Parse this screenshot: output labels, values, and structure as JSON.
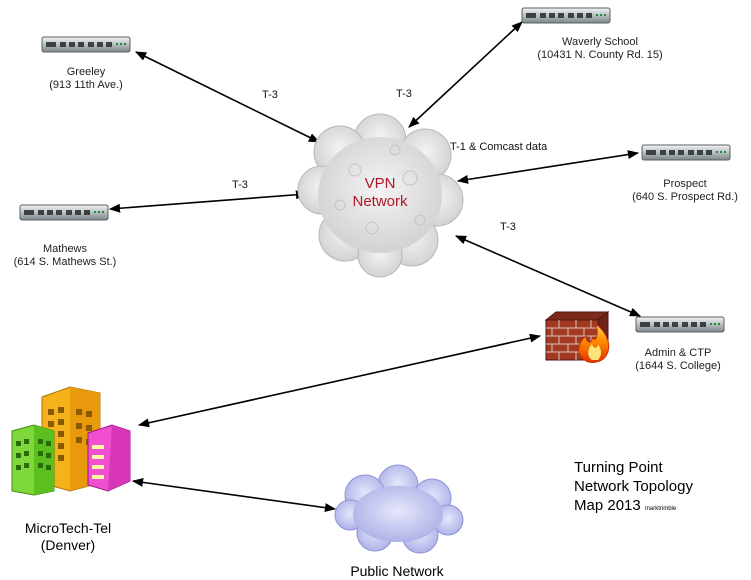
{
  "sites": {
    "greeley": {
      "name": "Greeley",
      "address": "(913 11th Ave.)"
    },
    "waverly": {
      "name": "Waverly School",
      "address": "(10431 N. County Rd. 15)"
    },
    "prospect": {
      "name": "Prospect",
      "address": "(640 S. Prospect Rd.)"
    },
    "mathews": {
      "name": "Mathews",
      "address": "(614 S. Mathews St.)"
    },
    "admin": {
      "name": "Admin & CTP",
      "address": "(1644 S. College)"
    }
  },
  "links": {
    "greeley": "T-3",
    "waverly": "T-3",
    "prospect": "T-1 & Comcast data",
    "mathews": "T-3",
    "admin": "T-3"
  },
  "vpn": {
    "line1": "VPN",
    "line2": "Network"
  },
  "microtech": {
    "line1": "MicroTech-Tel",
    "line2": "(Denver)"
  },
  "public_network": "Public Network",
  "title": {
    "line1": "Turning Point",
    "line2": "Network Topology",
    "line3": "Map 2013",
    "credit": "marktrimble"
  },
  "icons": {
    "switch": "network-switch-icon",
    "firewall": "firewall-icon",
    "buildings": "office-buildings-icon",
    "cloud": "cloud-icon"
  },
  "colors": {
    "vpn_text": "#b0182a",
    "cloud_vpn": "#e4e4e4",
    "cloud_public": "#c9ccf2"
  }
}
